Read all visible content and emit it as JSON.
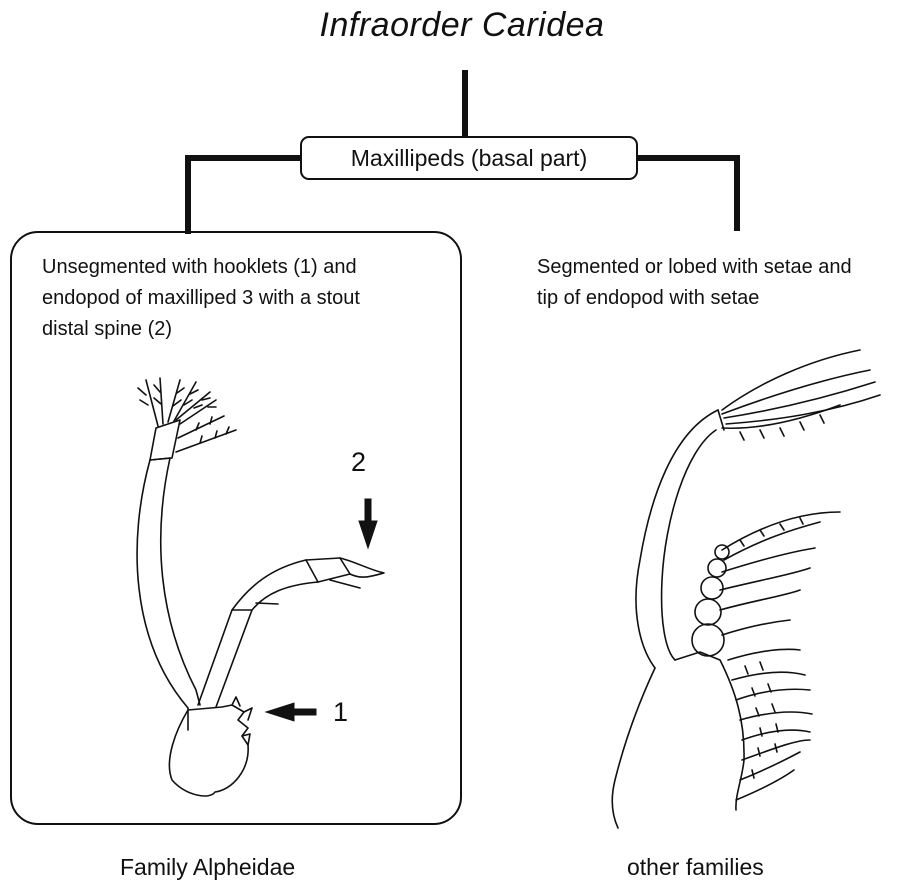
{
  "diagram": {
    "title": "Infraorder Caridea",
    "key_node": "Maxillipeds (basal part)",
    "left_branch": {
      "description": "Unsegmented with hooklets (1) and endopod of maxilliped 3 with a stout distal spine (2)",
      "description_lines": [
        "Unsegmented with hooklets (1) and",
        "endopod of maxilliped 3 with a stout",
        "distal spine (2)"
      ],
      "label_1": "1",
      "label_2": "2",
      "result": "Family Alpheidae",
      "illustration_icon": "alpheid-maxilliped-icon"
    },
    "right_branch": {
      "description_lines": [
        "Segmented or lobed with setae and",
        "tip of endopod with setae"
      ],
      "result": "other families",
      "illustration_icon": "caridean-maxilliped-icon"
    }
  }
}
